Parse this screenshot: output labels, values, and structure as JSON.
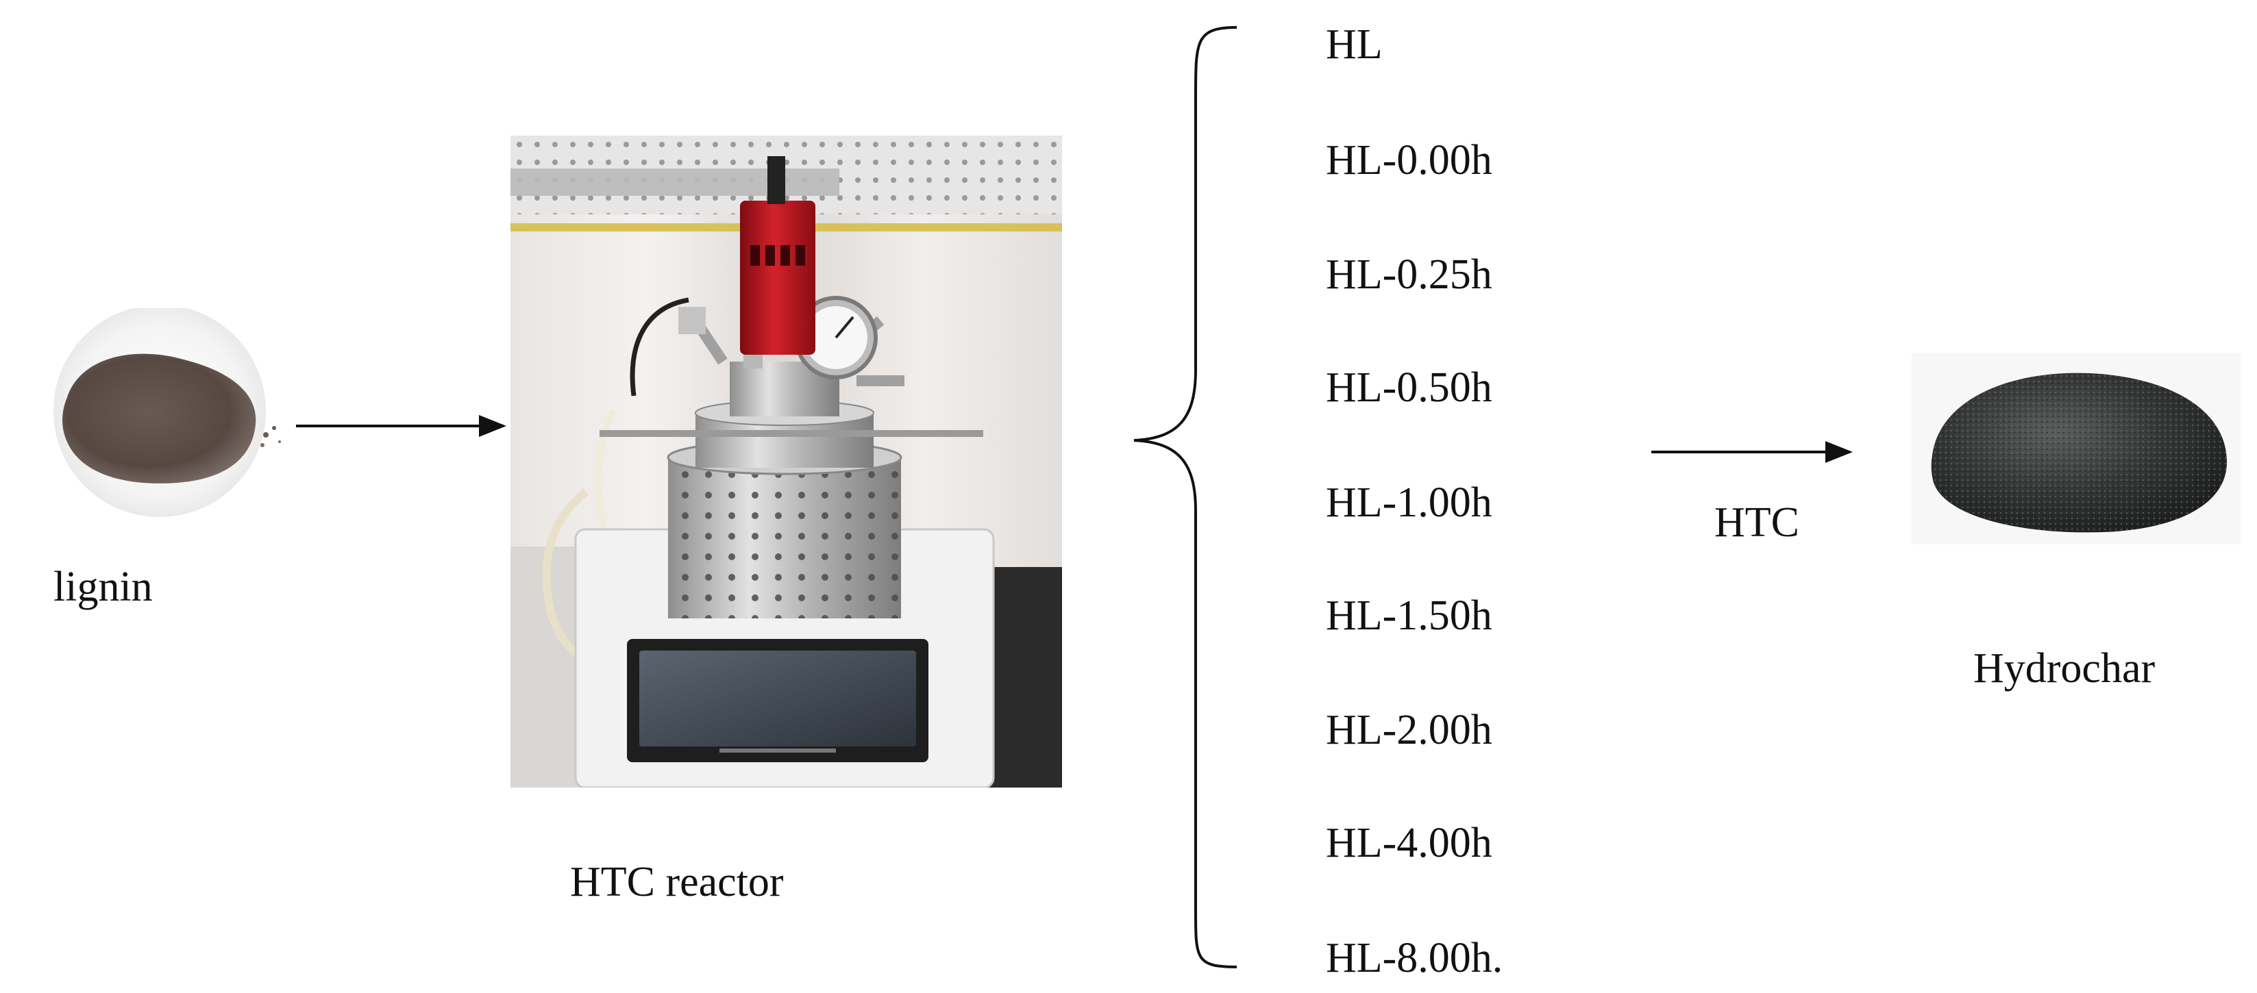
{
  "diagram": {
    "input_label": "lignin",
    "reactor_label": "HTC reactor",
    "process_label": "HTC",
    "output_label": "Hydrochar",
    "samples": [
      "HL",
      "HL-0.00h",
      "HL-0.25h",
      "HL-0.50h",
      "HL-1.00h",
      "HL-1.50h",
      "HL-2.00h",
      "HL-4.00h",
      "HL-8.00h."
    ]
  },
  "colors": {
    "lignin_powder": "#5a4a44",
    "reactor_heater": "#b3121b",
    "steel": "#a9a9a9",
    "hydrochar": "#2f3230",
    "arrow": "#111111"
  }
}
